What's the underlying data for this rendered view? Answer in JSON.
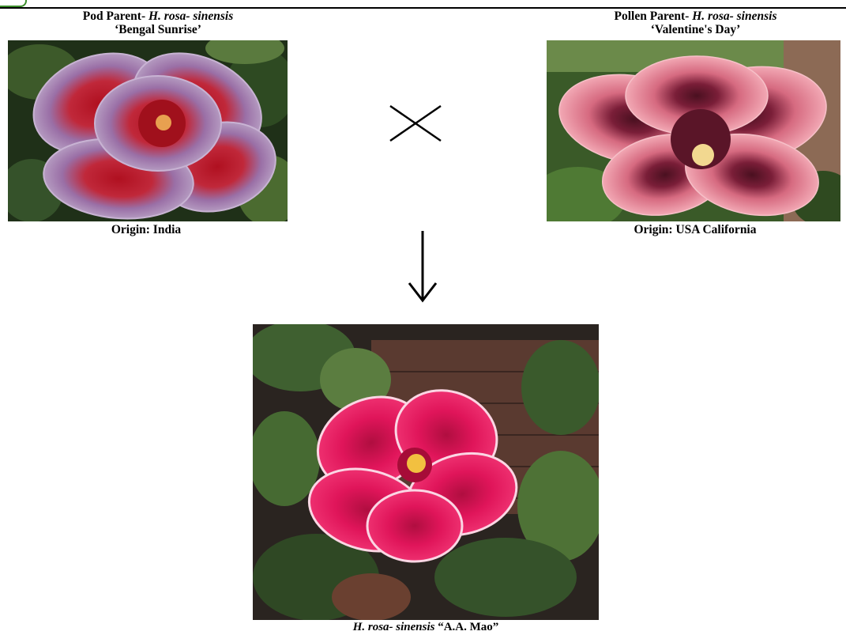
{
  "pod_parent": {
    "label_prefix": "Pod Parent- ",
    "species": "H. rosa- sinensis",
    "cultivar": "‘Bengal Sunrise’",
    "origin": "Origin: India"
  },
  "pollen_parent": {
    "label_prefix": "Pollen Parent- ",
    "species": "H. rosa- sinensis",
    "cultivar": "‘Valentine's Day’",
    "origin": "Origin: USA California"
  },
  "cross_symbol": "×",
  "offspring": {
    "species": "H. rosa- sinensis",
    "cultivar": " “A.A. Mao”"
  },
  "colors": {
    "accent_green": "#3c8d2c",
    "pod_petal": "#9a6fa6",
    "pollen_petal": "#e98b9a",
    "offspring_petal": "#e0155a"
  },
  "icons": {
    "cross": "cross-icon",
    "arrow": "arrow-down-icon"
  }
}
